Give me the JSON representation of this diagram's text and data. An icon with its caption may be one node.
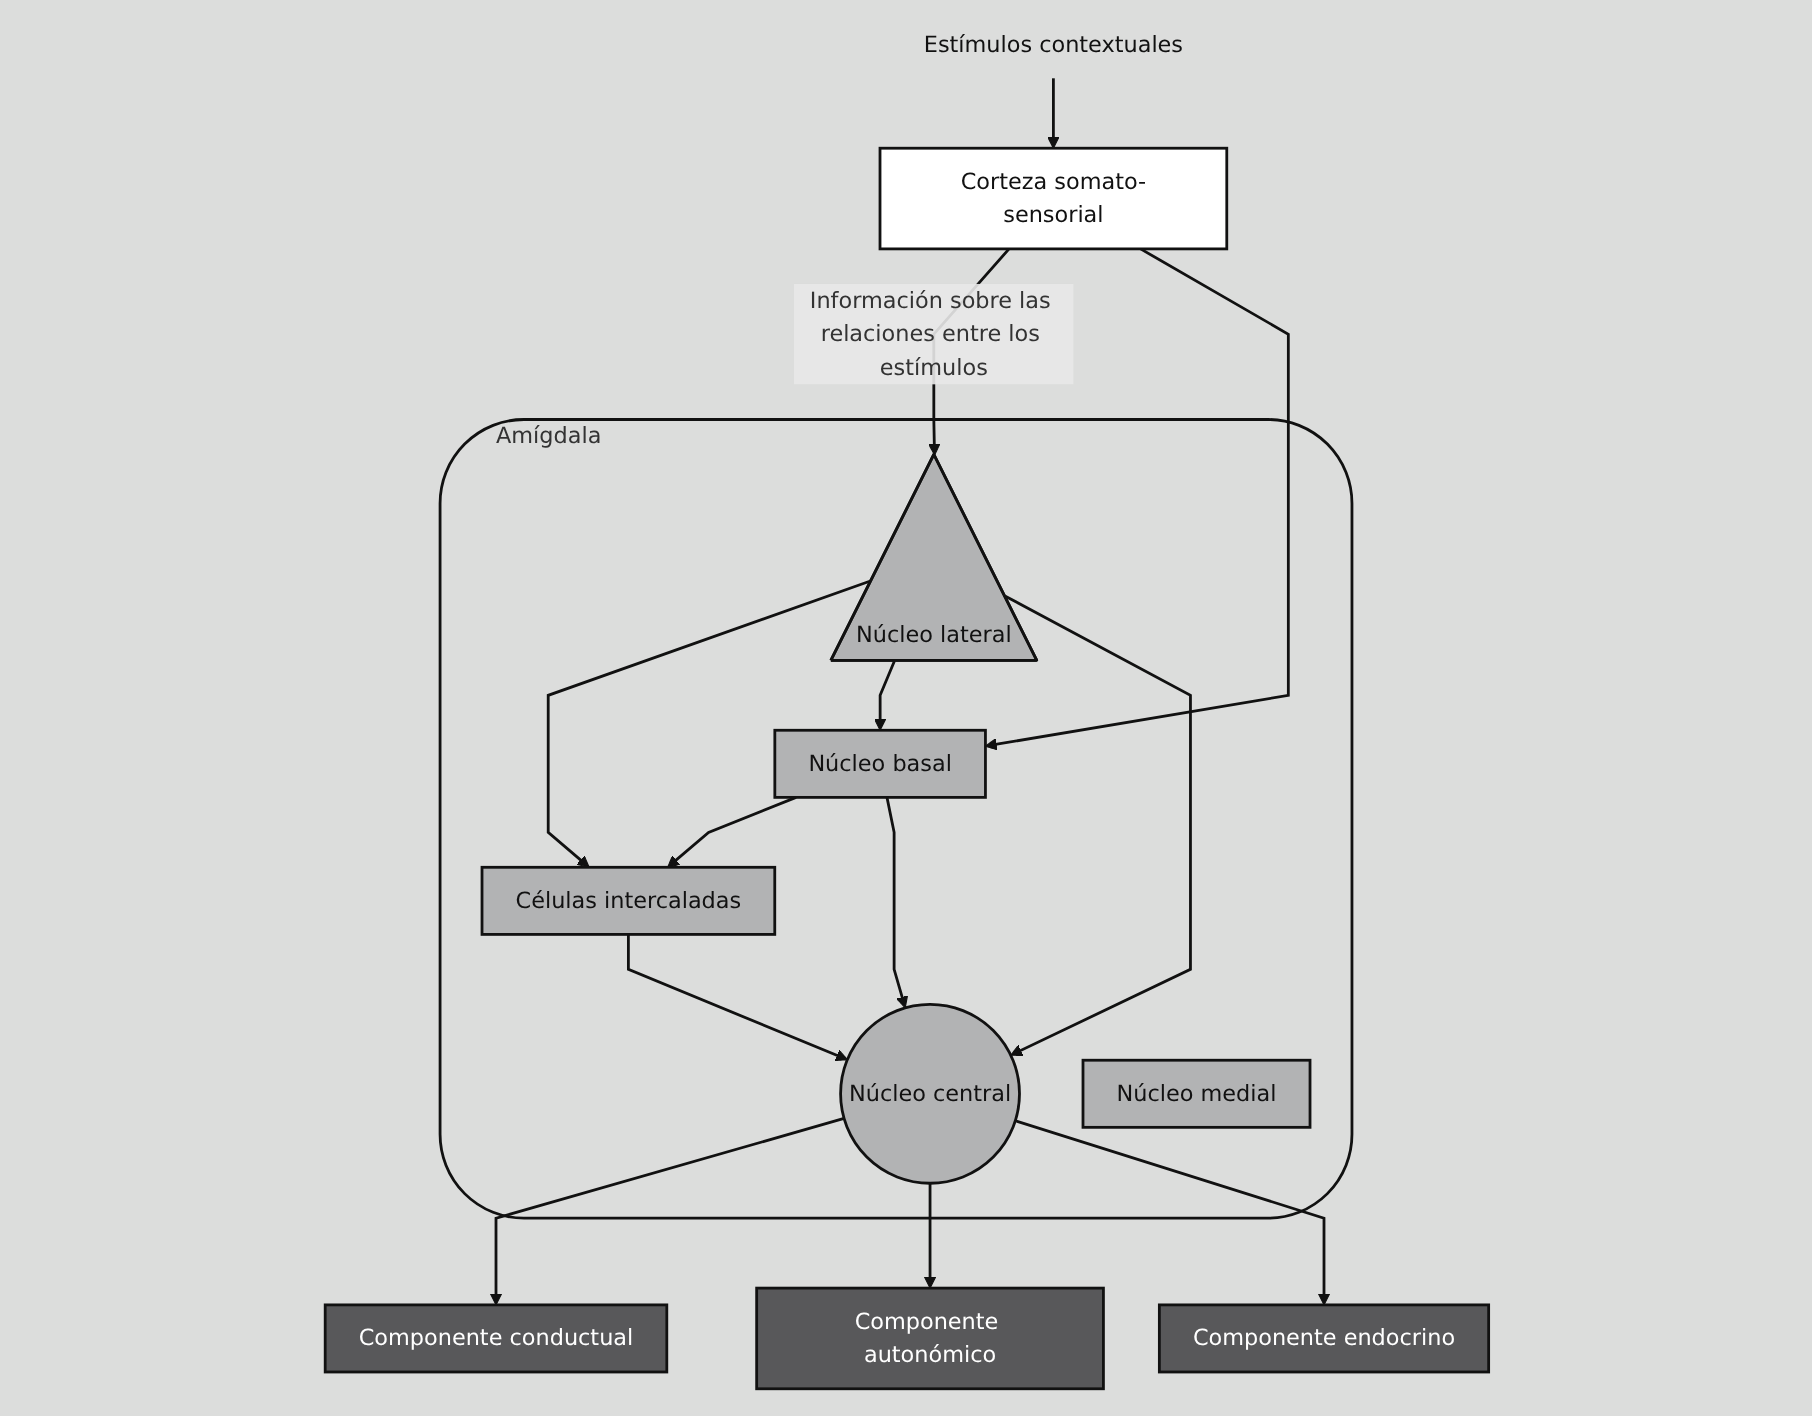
{
  "diagram": {
    "nodes": [
      {
        "text": [
          "Estímulos contextuales"
        ]
      },
      {
        "text": [
          "Corteza somato-sensorial"
        ]
      },
      {
        "text": [
          "Componente conductual"
        ]
      },
      {
        "text": [
          "Componente autonómico"
        ]
      },
      {
        "text": [
          "Componente endocrino"
        ]
      },
      {
        "text": [
          "Amígdala"
        ]
      },
      {
        "text": [
          "Núcleo lateral"
        ],
        "in": 5
      },
      {
        "text": [
          "Células intercaladas"
        ],
        "in": 5
      },
      {
        "text": [
          "Núcleo central"
        ],
        "in": 5
      },
      {
        "text": [
          "Núcleo basal"
        ],
        "in": 5
      },
      {
        "text": [
          "Núcleo medial"
        ],
        "in": 5
      }
    ],
    "edges": [
      {
        "from": 0,
        "to": 1,
        "arrow": "to"
      },
      {
        "from": 1,
        "to": 6,
        "arrow": "to",
        "label": "Información sobre las relaciones entre los estímulos"
      },
      {
        "from": 1,
        "to": 9,
        "arrow": "to"
      },
      {
        "from": 6,
        "to": 7,
        "arrow": "to"
      },
      {
        "from": 6,
        "to": 9,
        "arrow": "to"
      },
      {
        "from": 6,
        "to": 8,
        "arrow": "to"
      },
      {
        "from": 9,
        "to": 7,
        "arrow": "to"
      },
      {
        "from": 9,
        "to": 8,
        "arrow": "to"
      },
      {
        "from": 7,
        "to": 8,
        "arrow": "to"
      },
      {
        "from": 8,
        "to": 2,
        "arrow": "to"
      },
      {
        "from": 8,
        "to": 3,
        "arrow": "to"
      },
      {
        "from": 8,
        "to": 4,
        "arrow": "to"
      }
    ]
  }
}
